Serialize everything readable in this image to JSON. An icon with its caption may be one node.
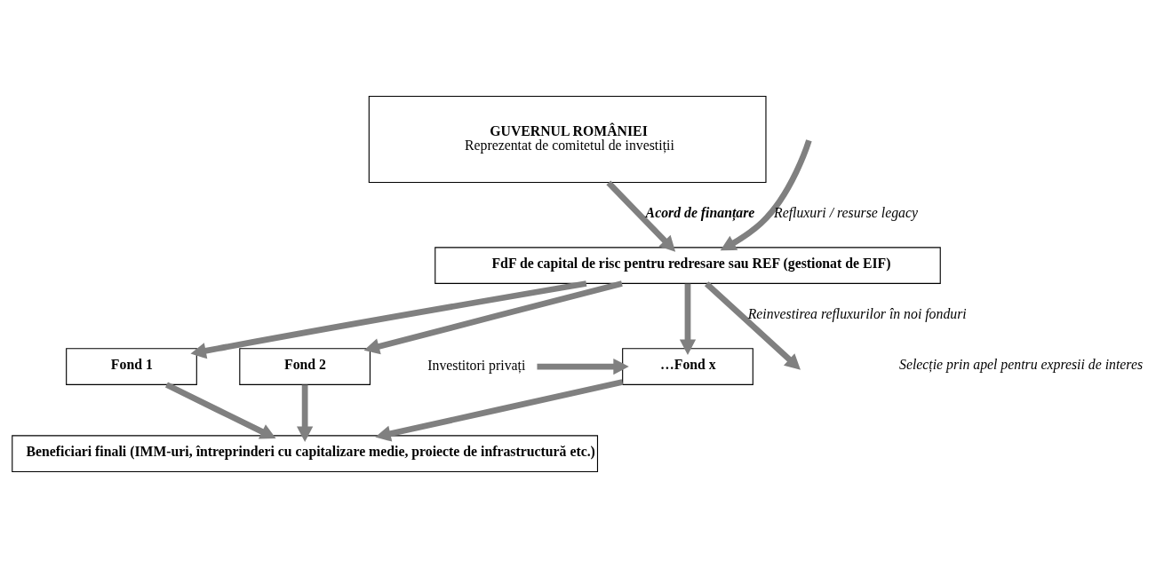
{
  "diagram": {
    "nodes": [
      {
        "text": [
          "GUVERNUL ROMÂNIEI",
          "Reprezentat de comitetul de investiții"
        ]
      },
      {
        "text": [
          "FdF de capital de risc pentru redresare sau REF (gestionat de EIF)"
        ]
      },
      {
        "text": [
          "Fond 1"
        ]
      },
      {
        "text": [
          "Fond 2"
        ]
      },
      {
        "text": [
          "…Fond x"
        ]
      },
      {
        "text": [
          "Beneficiari finali (IMM-uri, întreprinderi cu capitalizare medie, proiecte de infrastructură etc.)"
        ]
      },
      {
        "text": [
          "Investitori privați"
        ]
      }
    ],
    "edges": [
      {
        "from": 0,
        "to": 1,
        "arrow": "to",
        "label": "Acord de finanțare"
      },
      {
        "from": 1,
        "to": 2,
        "arrow": "to"
      },
      {
        "from": 1,
        "to": 3,
        "arrow": "to"
      },
      {
        "from": 1,
        "to": 4,
        "arrow": "to"
      },
      {
        "from": 2,
        "to": 5,
        "arrow": "to"
      },
      {
        "from": 3,
        "to": 5,
        "arrow": "to"
      },
      {
        "from": 4,
        "to": 5,
        "arrow": "to"
      },
      {
        "from": 6,
        "to": 4,
        "arrow": "to"
      },
      {
        "from": null,
        "to": 1,
        "arrow": "to",
        "label": "Refluxuri / resurse legacy"
      },
      {
        "from": 1,
        "to": null,
        "arrow": "to",
        "label": "Reinvestirea refluxurilor în noi fonduri"
      }
    ],
    "labels": [
      "Selecție prin apel pentru expresii de interes"
    ]
  }
}
